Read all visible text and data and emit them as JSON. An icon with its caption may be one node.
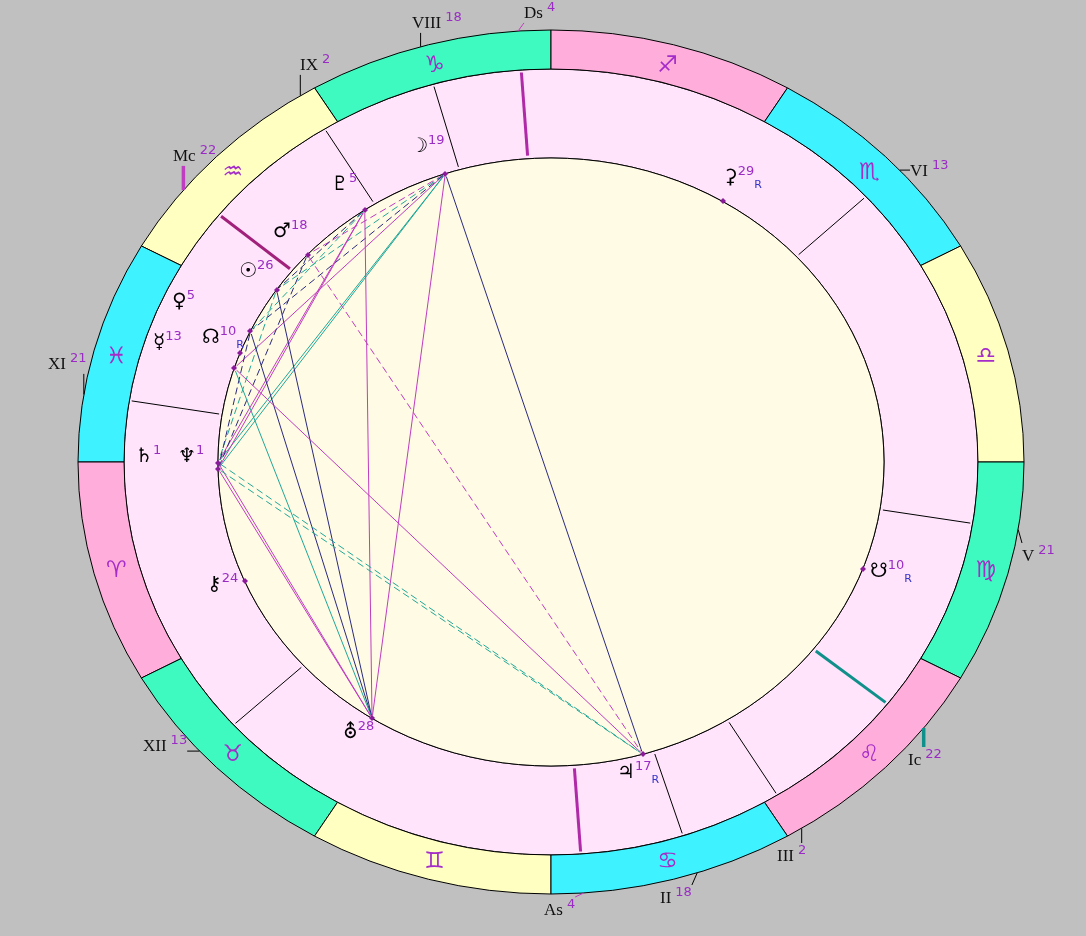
{
  "diagram": {
    "nodes": [
      {
        "text": [
          "♑"
        ]
      },
      {
        "text": [
          "♐"
        ]
      },
      {
        "text": [
          "♒"
        ]
      },
      {
        "text": [
          "♏"
        ]
      },
      {
        "text": [
          "♓"
        ]
      },
      {
        "text": [
          "♎"
        ]
      },
      {
        "text": [
          "♈"
        ]
      },
      {
        "text": [
          "♍"
        ]
      },
      {
        "text": [
          "♉"
        ]
      },
      {
        "text": [
          "♌"
        ]
      },
      {
        "text": [
          "♊"
        ]
      },
      {
        "text": [
          "♋"
        ]
      },
      {
        "text": [
          "Ds$^{4}$"
        ]
      },
      {
        "text": [
          "VIII$^{18}$"
        ]
      },
      {
        "text": [
          "IX$^{2}$"
        ]
      },
      {
        "text": [
          "Mc$^{22}$"
        ]
      },
      {
        "text": [
          "VI$^{13}$"
        ]
      },
      {
        "text": [
          "XI$^{21}$"
        ]
      },
      {
        "text": [
          "V$^{21}$"
        ]
      },
      {
        "text": [
          "XII$^{13}$"
        ]
      },
      {
        "text": [
          "Ic$^{22}$"
        ]
      },
      {
        "text": [
          "III$^{2}$"
        ]
      },
      {
        "text": [
          "II$^{18}$"
        ]
      },
      {
        "text": [
          "As$^{4}$"
        ]
      },
      {
        "text": [],
        "shape": "diamond"
      },
      {
        "text": [],
        "shape": "diamond"
      },
      {
        "text": [],
        "shape": "diamond"
      },
      {
        "text": [],
        "shape": "diamond"
      },
      {
        "text": [],
        "shape": "diamond"
      },
      {
        "text": [],
        "shape": "diamond"
      },
      {
        "text": [],
        "shape": "diamond"
      },
      {
        "text": [],
        "shape": "diamond"
      },
      {
        "text": [],
        "shape": "diamond"
      },
      {
        "text": [],
        "shape": "diamond"
      },
      {
        "text": [],
        "shape": "diamond"
      },
      {
        "text": [],
        "shape": "diamond"
      },
      {
        "text": [],
        "shape": "diamond"
      },
      {
        "text": [],
        "shape": "diamond"
      }
    ],
    "edges": [
      {
        "from": 24,
        "to": 37,
        "arrow": "none",
        "color": "#2a2a80"
      },
      {
        "from": 24,
        "to": 36,
        "arrow": "none"
      },
      {
        "from": 24,
        "to": 32,
        "arrow": "none",
        "color": "#20a898"
      },
      {
        "from": 24,
        "to": 33,
        "arrow": "none",
        "color": "#20a898"
      },
      {
        "from": 24,
        "to": 31,
        "arrow": "none"
      },
      {
        "from": 24,
        "to": 27,
        "arrow": "none",
        "style": "dashed"
      },
      {
        "from": 24,
        "to": 28,
        "arrow": "none",
        "style": "dashed",
        "color": "#20a898"
      },
      {
        "from": 24,
        "to": 29,
        "arrow": "none",
        "style": "dashed",
        "color": "#2a2a80"
      },
      {
        "from": 26,
        "to": 36,
        "arrow": "none"
      },
      {
        "from": 26,
        "to": 32,
        "arrow": "none"
      },
      {
        "from": 26,
        "to": 33,
        "arrow": "none"
      },
      {
        "from": 26,
        "to": 28,
        "arrow": "none",
        "style": "dashed",
        "color": "#2a2a80"
      },
      {
        "from": 26,
        "to": 29,
        "arrow": "none",
        "style": "dashed",
        "color": "#20a898"
      },
      {
        "from": 27,
        "to": 37,
        "arrow": "none",
        "style": "dashed"
      },
      {
        "from": 27,
        "to": 32,
        "arrow": "none",
        "style": "dashed",
        "color": "#2a2a80"
      },
      {
        "from": 28,
        "to": 36,
        "arrow": "none",
        "color": "#2a2a80"
      },
      {
        "from": 28,
        "to": 33,
        "arrow": "none",
        "style": "dashed",
        "color": "#20a898"
      },
      {
        "from": 29,
        "to": 36,
        "arrow": "none",
        "color": "#2a2a80"
      },
      {
        "from": 29,
        "to": 32,
        "arrow": "none",
        "style": "dashed",
        "color": "#2a2a80"
      },
      {
        "from": 31,
        "to": 37,
        "arrow": "none"
      },
      {
        "from": 31,
        "to": 36,
        "arrow": "none",
        "color": "#20a898"
      },
      {
        "from": 32,
        "to": 36,
        "arrow": "none"
      },
      {
        "from": 33,
        "to": 36,
        "arrow": "none"
      },
      {
        "from": 32,
        "to": 37,
        "arrow": "none",
        "style": "dashed",
        "color": "#20a898"
      },
      {
        "from": 33,
        "to": 37,
        "arrow": "none",
        "style": "dashed",
        "color": "#20a898"
      },
      {
        "from": 12,
        "to": 0,
        "arrow": "none"
      },
      {
        "from": 13,
        "to": 0,
        "arrow": "none",
        "color": "#000000"
      },
      {
        "from": 14,
        "to": 2,
        "arrow": "none",
        "color": "#000000"
      },
      {
        "from": 15,
        "to": 2,
        "arrow": "none",
        "style": "thick"
      },
      {
        "from": 16,
        "to": 3,
        "arrow": "none",
        "color": "#000000"
      },
      {
        "from": 17,
        "to": 4,
        "arrow": "none",
        "color": "#000000"
      },
      {
        "from": 18,
        "to": 7,
        "arrow": "none",
        "color": "#000000"
      },
      {
        "from": 19,
        "to": 8,
        "arrow": "none",
        "color": "#000000"
      },
      {
        "from": 20,
        "to": 9,
        "arrow": "none",
        "style": "thick",
        "color": "#10908a"
      },
      {
        "from": 21,
        "to": 9,
        "arrow": "none",
        "color": "#000000"
      },
      {
        "from": 22,
        "to": 11,
        "arrow": "none",
        "color": "#000000"
      },
      {
        "from": 23,
        "to": 11,
        "arrow": "none"
      }
    ],
    "labels": [
      "☽$^{19}$",
      "⚳$^{29}$$_{R}$",
      "♇$^{5}$",
      "♂$^{18}$",
      "☉$^{26}$",
      "♀$^{5}$",
      "☿$^{13}$",
      "☊$^{10}$$_{R}$",
      "♄$^{1}$",
      "♆$^{1}$",
      "⚷$^{24}$",
      "☋$^{10}$$_{R}$",
      "⛢$^{28}$",
      "♃$^{17}$$_{R}$"
    ]
  }
}
